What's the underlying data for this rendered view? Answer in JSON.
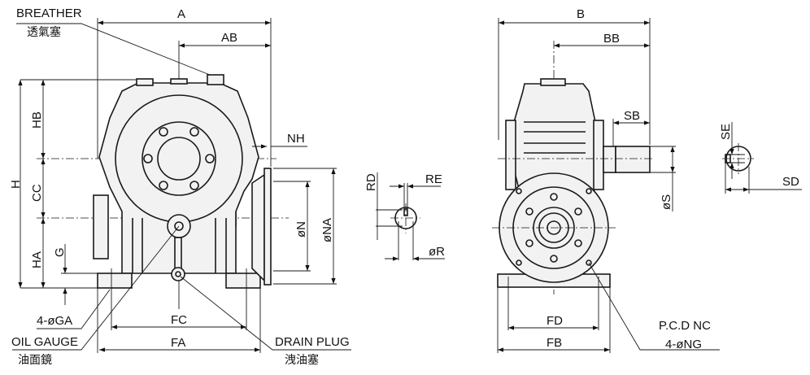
{
  "front_view": {
    "breather": "BREATHER",
    "breather_cn": "透氣塞",
    "dim_A": "A",
    "dim_AB": "AB",
    "dim_H": "H",
    "dim_HB": "HB",
    "dim_CC": "CC",
    "dim_HA": "HA",
    "dim_G": "G",
    "dim_NH": "NH",
    "dim_N": "øN",
    "dim_NA": "øNA",
    "dim_FC": "FC",
    "dim_FA": "FA",
    "mount_holes": "4-øGA",
    "oil_gauge": "OIL GAUGE",
    "oil_gauge_cn": "油面鏡",
    "drain_plug": "DRAIN PLUG",
    "drain_plug_cn": "洩油塞"
  },
  "output_shaft_detail": {
    "dim_RD": "RD",
    "dim_RE": "RE",
    "dim_R": "øR"
  },
  "side_view": {
    "dim_B": "B",
    "dim_BB": "BB",
    "dim_SB": "SB",
    "dim_S": "øS",
    "dim_FD": "FD",
    "dim_FB": "FB",
    "pcd": "P.C.D NC",
    "flange_holes": "4-øNG"
  },
  "input_shaft_detail": {
    "dim_SE": "SE",
    "dim_SD": "SD"
  }
}
